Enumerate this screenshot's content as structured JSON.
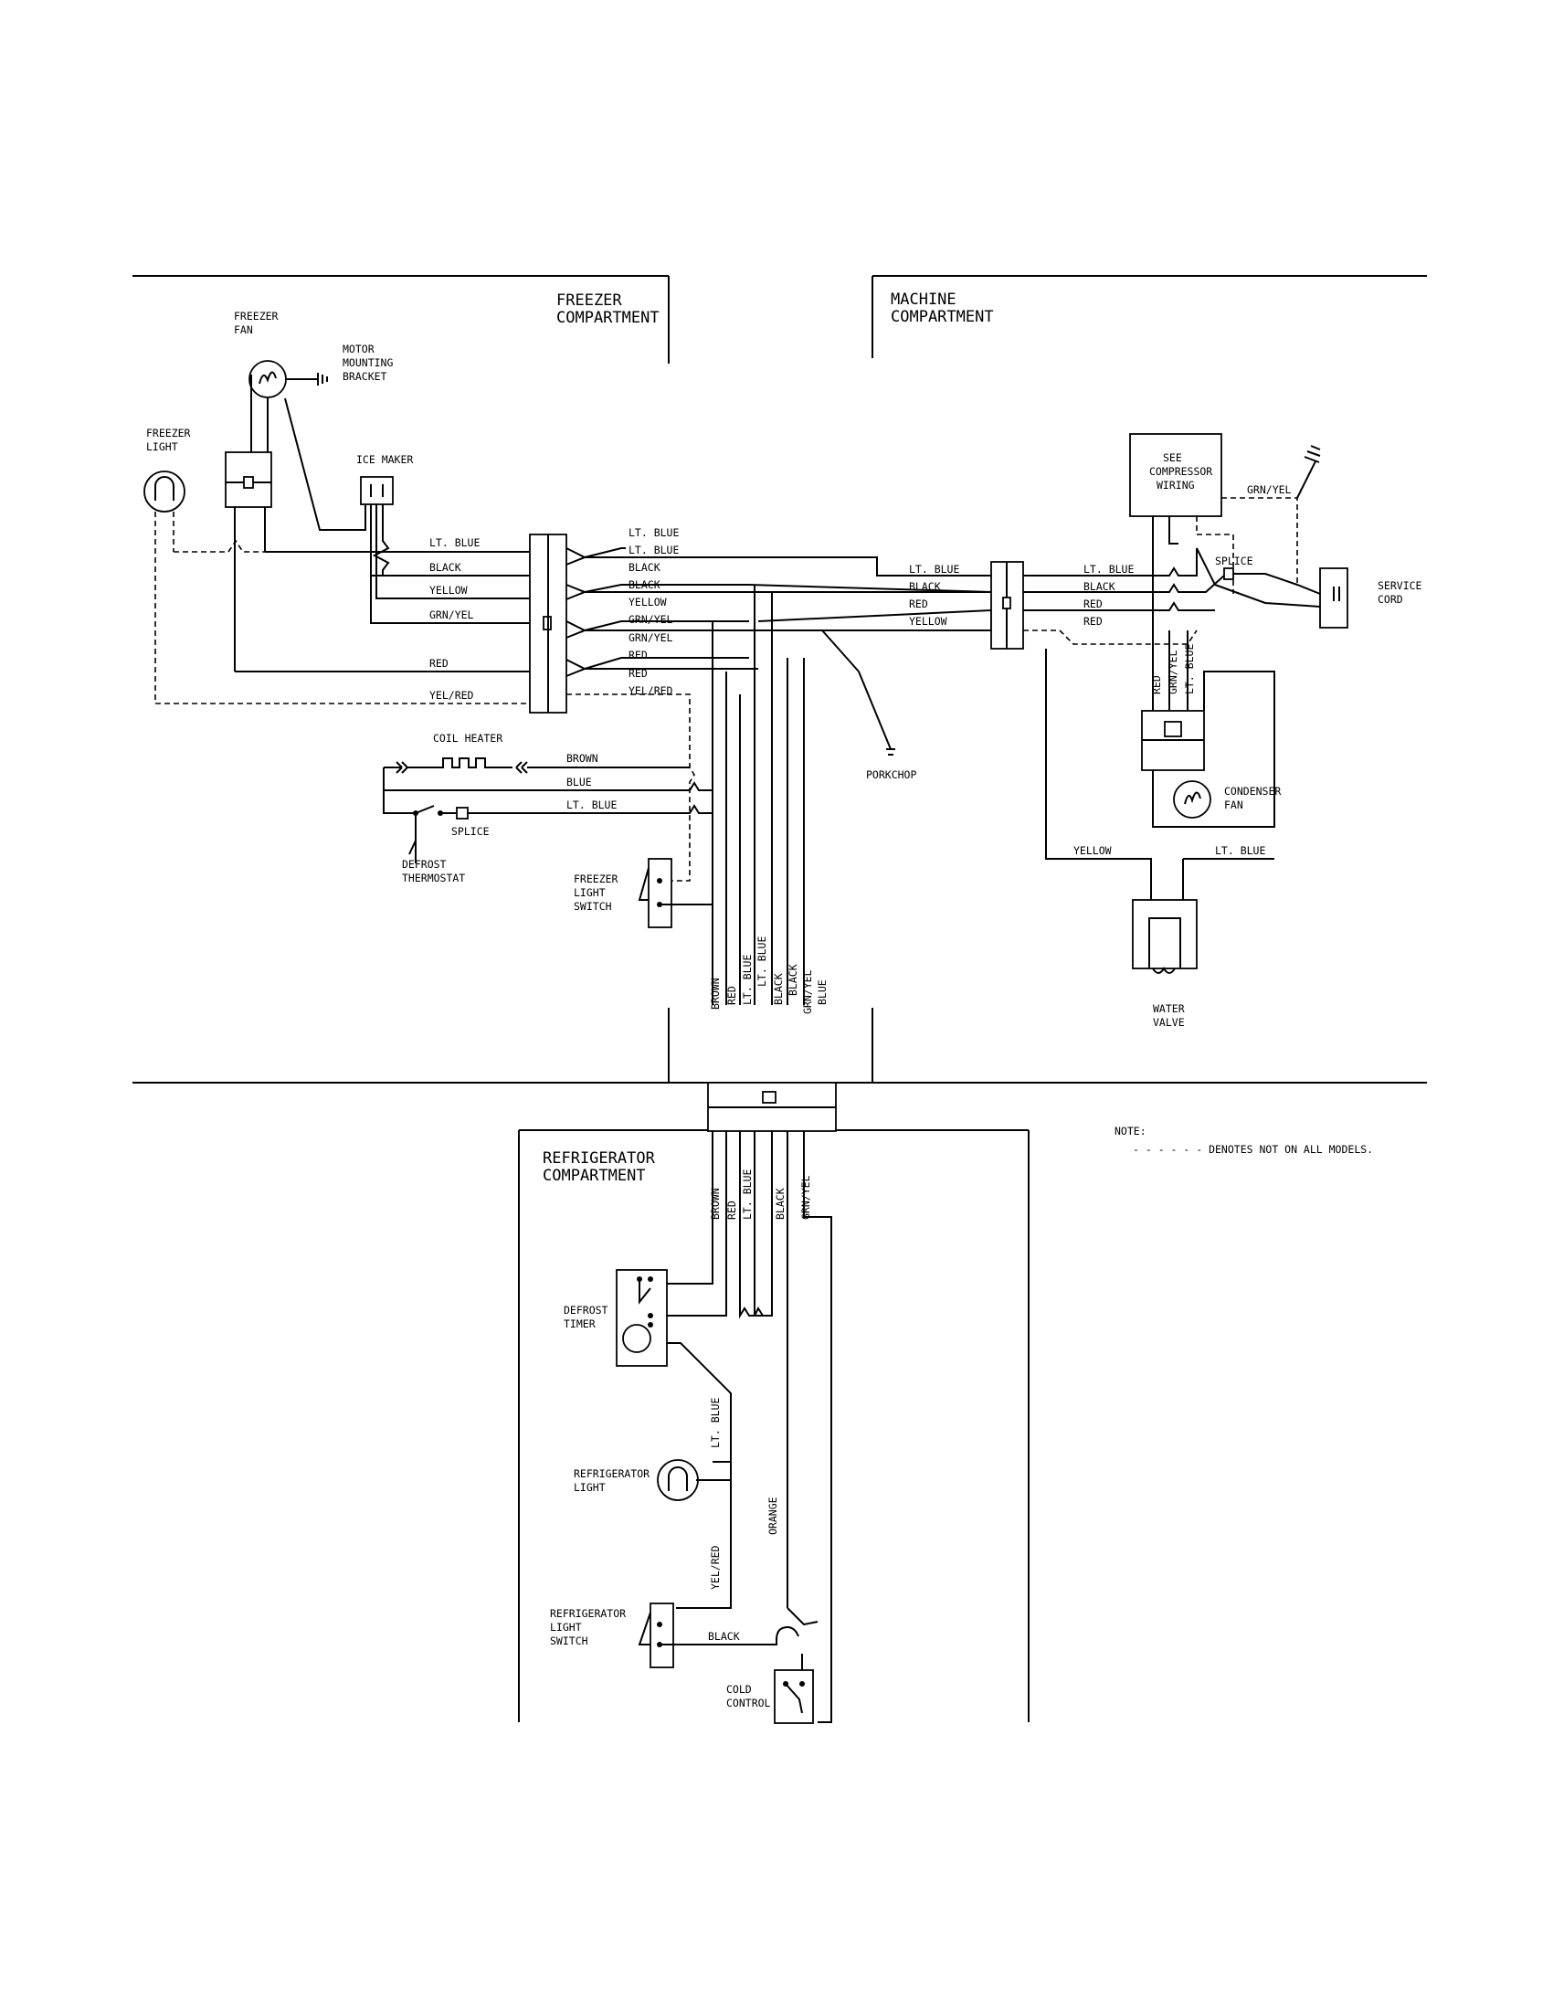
{
  "sections": {
    "freezer": [
      "FREEZER",
      "COMPARTMENT"
    ],
    "machine": [
      "MACHINE",
      "COMPARTMENT"
    ],
    "refrigerator": [
      "REFRIGERATOR",
      "COMPARTMENT"
    ]
  },
  "components": {
    "freezer_fan": [
      "FREEZER",
      "FAN"
    ],
    "motor_bracket": [
      "MOTOR",
      "MOUNTING",
      "BRACKET"
    ],
    "freezer_light": [
      "FREEZER",
      "LIGHT"
    ],
    "ice_maker": "ICE MAKER",
    "coil_heater": "COIL HEATER",
    "splice_left": "SPLICE",
    "defrost_thermostat": [
      "DEFROST",
      "THERMOSTAT"
    ],
    "freezer_light_switch": [
      "FREEZER",
      "LIGHT",
      "SWITCH"
    ],
    "porkchop": "PORKCHOP",
    "compressor": [
      "SEE",
      "COMPRESSOR",
      "WIRING"
    ],
    "splice_right": "SPLICE",
    "service_cord": [
      "SERVICE",
      "CORD"
    ],
    "condenser_fan": [
      "CONDENSER",
      "FAN"
    ],
    "water_valve": [
      "WATER",
      "VALVE"
    ],
    "defrost_timer": [
      "DEFROST",
      "TIMER"
    ],
    "refrigerator_light": [
      "REFRIGERATOR",
      "LIGHT"
    ],
    "refrigerator_light_switch": [
      "REFRIGERATOR",
      "LIGHT",
      "SWITCH"
    ],
    "cold_control": [
      "COLD",
      "CONTROL"
    ]
  },
  "wires": {
    "left_harness": [
      "LT. BLUE",
      "BLACK",
      "YELLOW",
      "GRN/YEL",
      "RED",
      "YEL/RED"
    ],
    "right_harness": [
      "LT. BLUE",
      "LT. BLUE",
      "BLACK",
      "BLACK",
      "YELLOW",
      "GRN/YEL",
      "GRN/YEL",
      "RED",
      "RED",
      "YEL/RED"
    ],
    "center_to_machine": [
      "LT. BLUE",
      "BLACK",
      "RED",
      "YELLOW"
    ],
    "machine_to_cord": [
      "LT. BLUE",
      "BLACK",
      "RED",
      "RED"
    ],
    "grn_yel_top": "GRN/YEL",
    "condenser_leads": [
      "RED",
      "GRN/YEL",
      "LT. BLUE"
    ],
    "valve_left": "YELLOW",
    "valve_right": "LT. BLUE",
    "heater_leads": [
      "BROWN",
      "BLUE",
      "LT. BLUE"
    ],
    "upper_bundle": [
      "BROWN",
      "RED",
      "LT. BLUE",
      "LT. BLUE",
      "BLACK",
      "BLACK",
      "GRN/YEL",
      "BLUE"
    ],
    "lower_bundle": [
      "BROWN",
      "RED",
      "LT. BLUE",
      "BLACK",
      "GRN/YEL"
    ],
    "light_feed": "LT. BLUE",
    "orange": "ORANGE",
    "yel_red_low": "YEL/RED",
    "black_low": "BLACK"
  },
  "note": {
    "title": "NOTE:",
    "line": "- - - - - - DENOTES NOT ON ALL MODELS."
  }
}
